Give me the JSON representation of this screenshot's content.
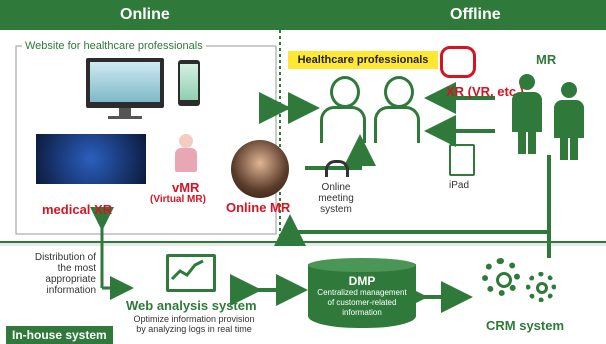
{
  "header": {
    "online": "Online",
    "offline": "Offline"
  },
  "online_box_title": "Website for healthcare professionals",
  "healthcare_professionals": "Healthcare professionals",
  "xr_vr": "XR (VR, etc.)",
  "mr": "MR",
  "ipad": "iPad",
  "medical_xr": "medical XR",
  "vmr": "vMR",
  "vmr_sub": "(Virtual MR)",
  "online_mr": "Online MR",
  "online_meeting": [
    "Online",
    "meeting",
    "system"
  ],
  "distribution": [
    "Distribution of",
    "the most",
    "appropriate",
    "information"
  ],
  "dmp": {
    "title": "DMP",
    "lines": [
      "Centralized management",
      "of customer-related",
      "information"
    ]
  },
  "web_analysis": {
    "title": "Web analysis system",
    "lines": [
      "Optimize information provision",
      "by analyzing logs in real time"
    ]
  },
  "crm": "CRM system",
  "inhouse": "In-house system",
  "colors": {
    "green": "#2f7a3b",
    "red": "#d41424",
    "yellow": "#ffe833"
  },
  "icons": [
    "monitor-icon",
    "smartphone-icon",
    "headset-icon",
    "vr-goggles-icon",
    "tablet-icon",
    "chart-icon",
    "database-icon",
    "gears-icon"
  ]
}
